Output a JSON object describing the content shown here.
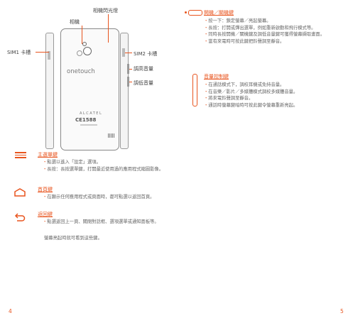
{
  "diagram": {
    "flash_label": "相機閃光燈",
    "camera_label": "相機",
    "sim1_label": "SIM1 卡槽",
    "sim2_label": "SIM2 卡槽",
    "vol_up_label": "調高音量",
    "vol_down_label": "調低音量",
    "phone_logo": "onetouch",
    "phone_brand": "ALCATEL",
    "phone_ce": "CE1588"
  },
  "left": {
    "menu": {
      "title": "主選單鍵",
      "bullets": [
        "點選以進入「設定」選項。",
        "長按：長按選單鍵，打開最近使用過的應用程式縮圖影像。"
      ]
    },
    "home": {
      "title": "首頁鍵",
      "bullets": [
        "在顯示任何應用程式或頁面時，都可點選以返回首頁。"
      ]
    },
    "back": {
      "title": "返回鍵",
      "bullets": [
        "點選返回上一頁、關閉對話框、選項選單或通知面板等。"
      ]
    },
    "note": "螢幕亮起時就可看到這些鍵。"
  },
  "right": {
    "power": {
      "title": "開機／關機鍵",
      "bullets": [
        "按一下：鎖定螢幕／亮起螢幕。",
        "長按：打開或彈出選單，例如重新啟動和飛行模式等。",
        "同時長按開機／關機鍵及調低音量鍵可獲得螢幕擷取畫面。",
        "當有來電時可按此鍵把鈴聲調至靜音。"
      ]
    },
    "volume": {
      "title": "音量控制鍵",
      "bullets": [
        "在通話模式下，調校耳機或免持音量。",
        "在音樂／影片／多媒體模式調校多媒體音量。",
        "將來電鈴聲調至靜音。",
        "通話時螢幕變暗時可按此鍵令螢幕重新亮起。"
      ]
    }
  },
  "page_left": "4",
  "page_right": "5"
}
